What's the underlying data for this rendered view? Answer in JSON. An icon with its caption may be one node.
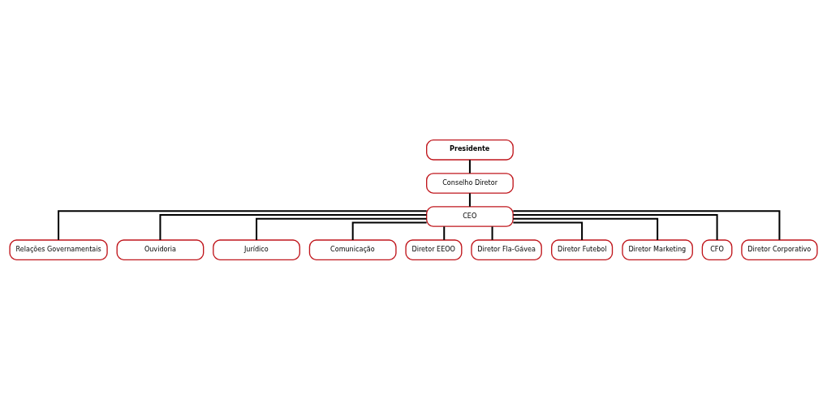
{
  "diagram": {
    "nodes": [
      {
        "text": [
          "Presidente"
        ]
      },
      {
        "text": [
          "Conselho Diretor"
        ]
      },
      {
        "text": [
          "CEO"
        ]
      },
      {
        "text": [
          "Relações Governamentais"
        ]
      },
      {
        "text": [
          "Ouvidoria"
        ]
      },
      {
        "text": [
          "Jurídico"
        ]
      },
      {
        "text": [
          "Comunicação"
        ]
      },
      {
        "text": [
          "Diretor EEOO"
        ]
      },
      {
        "text": [
          "Diretor Fla-Gávea"
        ]
      },
      {
        "text": [
          "Diretor Futebol"
        ]
      },
      {
        "text": [
          "Diretor Marketing"
        ]
      },
      {
        "text": [
          "CFO"
        ]
      },
      {
        "text": [
          "Diretor Corporativo"
        ]
      }
    ],
    "edges": [
      {
        "from": 0,
        "to": 1,
        "arrow": "none"
      },
      {
        "from": 1,
        "to": 2,
        "arrow": "none"
      },
      {
        "from": 2,
        "to": 3,
        "arrow": "none"
      },
      {
        "from": 2,
        "to": 4,
        "arrow": "none"
      },
      {
        "from": 2,
        "to": 5,
        "arrow": "none"
      },
      {
        "from": 2,
        "to": 6,
        "arrow": "none"
      },
      {
        "from": 2,
        "to": 7,
        "arrow": "none"
      },
      {
        "from": 2,
        "to": 8,
        "arrow": "none"
      },
      {
        "from": 2,
        "to": 9,
        "arrow": "none"
      },
      {
        "from": 2,
        "to": 10,
        "arrow": "none"
      },
      {
        "from": 2,
        "to": 11,
        "arrow": "none"
      },
      {
        "from": 2,
        "to": 12,
        "arrow": "none"
      }
    ]
  }
}
